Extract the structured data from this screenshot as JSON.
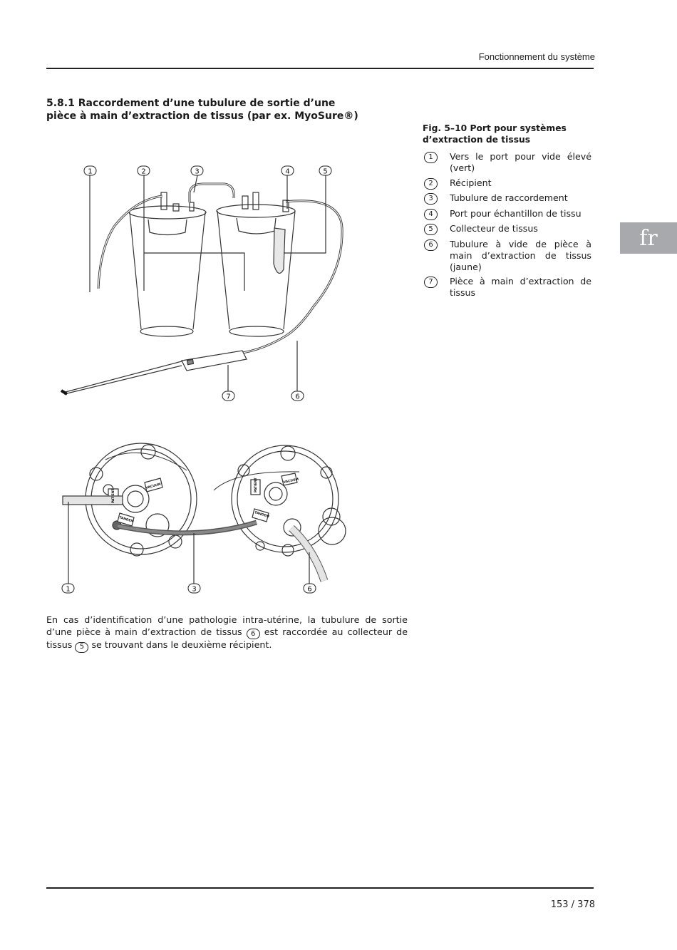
{
  "header": {
    "title": "Fonctionnement du système"
  },
  "section": {
    "title": "5.8.1 Raccordement d’une tubulure de sortie d’une pièce à main d’extraction de tissus (par ex. MyoSure®)"
  },
  "figure": {
    "caption": "Fig. 5–10  Port pour systèmes d’extraction de tissus",
    "top_callouts": [
      "1",
      "2",
      "3",
      "4",
      "5",
      "7",
      "6"
    ],
    "bottom_callouts": [
      "1",
      "3",
      "6"
    ],
    "port_labels": {
      "patient": "PATIENT",
      "vacuum": "VACUUM",
      "tandem": "TANDEM"
    }
  },
  "legend": [
    {
      "num": "1",
      "text": "Vers le port pour vide élevé (vert)"
    },
    {
      "num": "2",
      "text": "Récipient"
    },
    {
      "num": "3",
      "text": "Tubulure de raccordement"
    },
    {
      "num": "4",
      "text": "Port pour échantillon de tissu"
    },
    {
      "num": "5",
      "text": "Collecteur de tissus"
    },
    {
      "num": "6",
      "text": "Tubulure à vide de pièce à main d’extraction de tissus (jaune)"
    },
    {
      "num": "7",
      "text": "Pièce à main d’extraction de tissus"
    }
  ],
  "body": {
    "part1": "En cas d’identification d’une pathologie intra-utérine, la tubulure de sortie d’une pièce à main d’extraction de tissus ",
    "ref1": "6",
    "part2": " est raccordée au collecteur de tissus ",
    "ref2": "5",
    "part3": " se trouvant dans le deuxième récipient."
  },
  "lang_tab": "fr",
  "footer": {
    "page": "153 / 378"
  }
}
